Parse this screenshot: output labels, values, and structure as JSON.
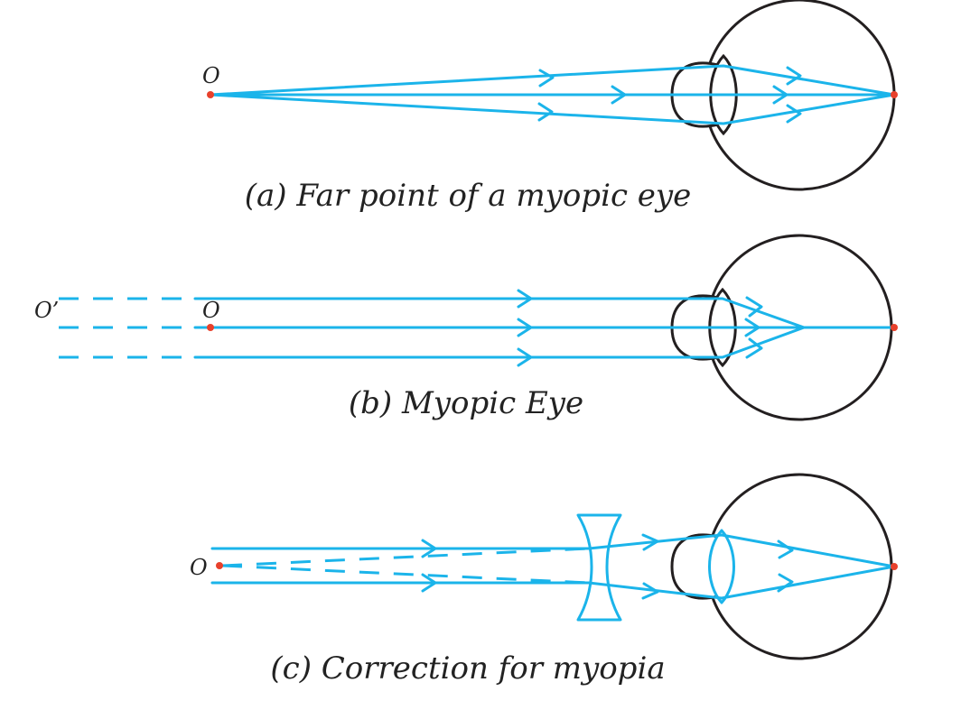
{
  "colors": {
    "ray": "#1bb4ea",
    "outline": "#231f20",
    "point": "#e8412c",
    "text": "#222222"
  },
  "panel_a": {
    "caption": "(a) Far point of a myopic eye",
    "point_label": "O"
  },
  "panel_b": {
    "caption": "(b) Myopic Eye",
    "point_label": "O",
    "virtual_point_label": "O’"
  },
  "panel_c": {
    "caption": "(c) Correction for myopia",
    "point_label": "O"
  },
  "icons": [
    "eyeball-icon",
    "eye-lens-icon",
    "concave-lens-icon"
  ]
}
